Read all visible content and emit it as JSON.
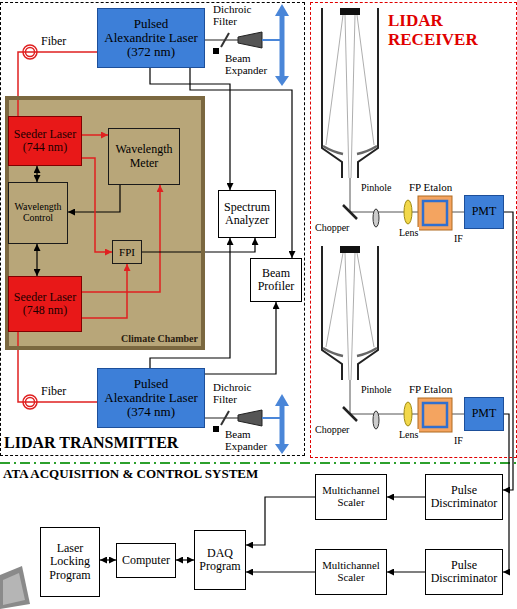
{
  "diagram": {
    "nodes": [
      {
        "text": [
          "LIDAR TRANSMITTER"
        ]
      },
      {
        "text": [
          "Pulsed Alexandrite Laser (372 nm)"
        ],
        "in": 0
      },
      {
        "text": [
          "Climate Chamber"
        ],
        "in": 0
      },
      {
        "text": [
          "Seeder Laser (744 nm)"
        ],
        "in": 2
      },
      {
        "text": [
          "Wavelength Meter"
        ],
        "in": 2
      },
      {
        "text": [
          "Wavelength Control"
        ],
        "in": 2
      },
      {
        "text": [
          "FPI"
        ],
        "in": 2
      },
      {
        "text": [
          "Seeder Laser (748 nm)"
        ],
        "in": 2
      },
      {
        "text": [
          "Spectrum Analyzer"
        ],
        "in": 0
      },
      {
        "text": [
          "Beam Profiler"
        ],
        "in": 0
      },
      {
        "text": [
          "Pulsed Alexandrite Laser (374 nm)"
        ],
        "in": 0
      },
      {
        "text": [
          "LIDAR RECEIVER"
        ]
      },
      {
        "text": [
          "PMT"
        ],
        "in": 11
      },
      {
        "text": [
          "PMT"
        ],
        "in": 11
      },
      {
        "text": [
          "Multichannel Scaler"
        ]
      },
      {
        "text": [
          "Pulse Discriminator"
        ]
      },
      {
        "text": [
          "Laser Locking Program"
        ]
      },
      {
        "text": [
          "Computer"
        ]
      },
      {
        "text": [
          "DAQ Program"
        ]
      },
      {
        "text": [
          "Multichannel Scaler"
        ]
      },
      {
        "text": [
          "Pulse Discriminator"
        ]
      }
    ],
    "edges": [
      {
        "from": 3,
        "to": 1,
        "arrow": "none"
      },
      {
        "from": 7,
        "to": 10,
        "arrow": "none"
      },
      {
        "from": 3,
        "to": 5,
        "arrow": "both"
      },
      {
        "from": 5,
        "to": 7,
        "arrow": "both"
      },
      {
        "from": 3,
        "to": 4,
        "arrow": "to"
      },
      {
        "from": 4,
        "to": 5,
        "arrow": "to"
      },
      {
        "from": 3,
        "to": 6,
        "arrow": "to"
      },
      {
        "from": 7,
        "to": 4,
        "arrow": "to"
      },
      {
        "from": 7,
        "to": 6,
        "arrow": "to"
      },
      {
        "from": 6,
        "to": 8,
        "arrow": "to"
      },
      {
        "from": 1,
        "to": 8,
        "arrow": "to"
      },
      {
        "from": 10,
        "to": 8,
        "arrow": "to"
      },
      {
        "from": 1,
        "to": 9,
        "arrow": "to"
      },
      {
        "from": 10,
        "to": 9,
        "arrow": "to"
      },
      {
        "from": 12,
        "to": 15,
        "arrow": "to"
      },
      {
        "from": 13,
        "to": 20,
        "arrow": "to"
      },
      {
        "from": 15,
        "to": 14,
        "arrow": "to"
      },
      {
        "from": 20,
        "to": 19,
        "arrow": "to"
      },
      {
        "from": 14,
        "to": 18,
        "arrow": "to"
      },
      {
        "from": 19,
        "to": 18,
        "arrow": "to"
      },
      {
        "from": 18,
        "to": 17,
        "arrow": "both"
      },
      {
        "from": 17,
        "to": 16,
        "arrow": "both"
      }
    ],
    "labels": [
      "Fiber",
      "Dichroic Filter",
      "Beam Expander",
      "Fiber",
      "Dichroic Filter",
      "Beam Expander",
      "Pinhole",
      "Chopper",
      "FP Etalon",
      "Lens",
      "IF",
      "Pinhole",
      "Chopper",
      "FP Etalon",
      "Lens",
      "IF",
      "ATA ACQUISITION & CONTROL SYSTEM"
    ]
  }
}
